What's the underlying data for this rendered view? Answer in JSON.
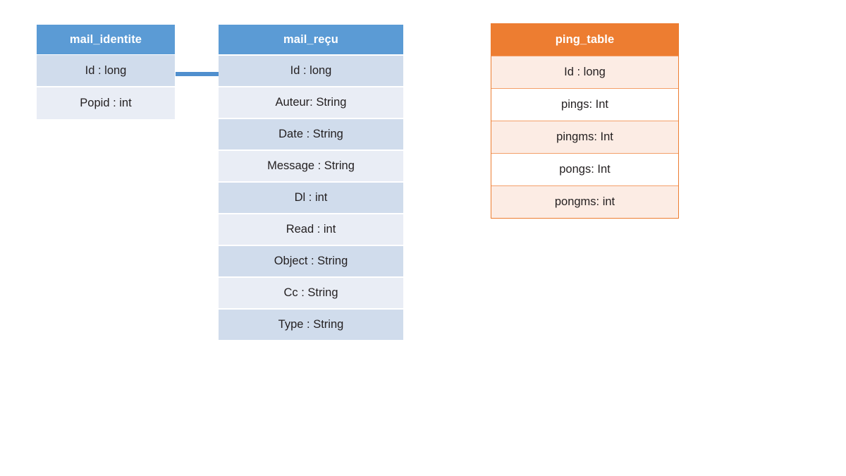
{
  "diagram": {
    "title": "Database entity relationship diagram",
    "colors": {
      "blue_header": "#5b9bd5",
      "blue_row_dark": "#d0dcec",
      "blue_row_light": "#e9edf5",
      "orange_header": "#ed7d31",
      "orange_row_tint": "#fcece4",
      "orange_row_white": "#ffffff",
      "orange_border": "#f4a06a",
      "connector": "#4f8fce",
      "text": "#231f20",
      "background": "#ffffff"
    },
    "tables": [
      {
        "id": "mail_identite",
        "name": "mail_identite",
        "theme": "blue",
        "fields": [
          {
            "label": "Id : long"
          },
          {
            "label": "Popid : int"
          }
        ]
      },
      {
        "id": "mail_recu",
        "name": "mail_reçu",
        "theme": "blue",
        "fields": [
          {
            "label": "Id : long"
          },
          {
            "label": "Auteur: String"
          },
          {
            "label": "Date : String"
          },
          {
            "label": "Message : String"
          },
          {
            "label": "Dl : int"
          },
          {
            "label": "Read : int"
          },
          {
            "label": "Object : String"
          },
          {
            "label": "Cc : String"
          },
          {
            "label": "Type : String"
          }
        ]
      },
      {
        "id": "ping_table",
        "name": "ping_table",
        "theme": "orange",
        "fields": [
          {
            "label": "Id : long"
          },
          {
            "label": "pings: Int"
          },
          {
            "label": "pingms: Int"
          },
          {
            "label": "pongs: Int"
          },
          {
            "label": "pongms: int"
          }
        ]
      }
    ],
    "relationships": [
      {
        "id": "identite-recu",
        "from": "mail_identite.Id : long",
        "to": "mail_reçu.Id : long",
        "style": "solid-line"
      }
    ]
  }
}
